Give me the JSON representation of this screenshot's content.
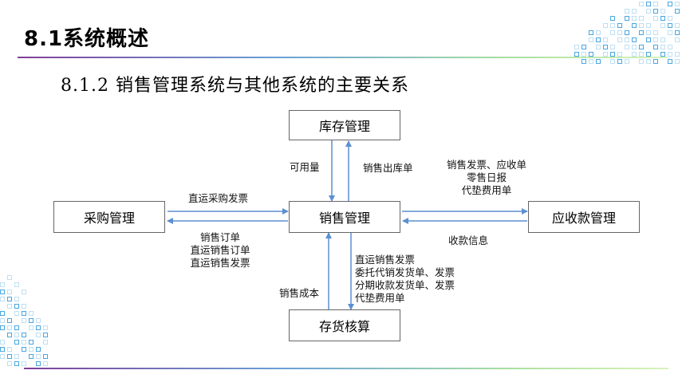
{
  "header": {
    "title": "8.1系统概述",
    "subtitle": "8.1.2 销售管理系统与其他系统的主要关系"
  },
  "nodes": {
    "inventory": "库存管理",
    "purchasing": "采购管理",
    "sales": "销售管理",
    "receivables": "应收款管理",
    "costing": "存货核算"
  },
  "edges": {
    "inventory_to_sales": "可用量",
    "sales_to_inventory": "销售出库单",
    "purchasing_to_sales": "直运采购发票",
    "sales_to_purchasing": [
      "销售订单",
      "直运销售订单",
      "直运销售发票"
    ],
    "sales_to_receivables": [
      "销售发票、应收单",
      "零售日报",
      "代垫费用单"
    ],
    "receivables_to_sales": "收款信息",
    "costing_to_sales": "销售成本",
    "sales_to_costing": [
      "直运销售发票",
      "委托代销发货单、发票",
      "分期收款发货单、发票",
      "代垫费用单"
    ]
  },
  "colors": {
    "arrow": "#5b8fd0",
    "box_border": "#666666",
    "rule_start": "#7f3f98",
    "rule_end": "#d8f3b8",
    "deco_blue": "#49a6e0",
    "deco_light": "#bfe0f3"
  }
}
